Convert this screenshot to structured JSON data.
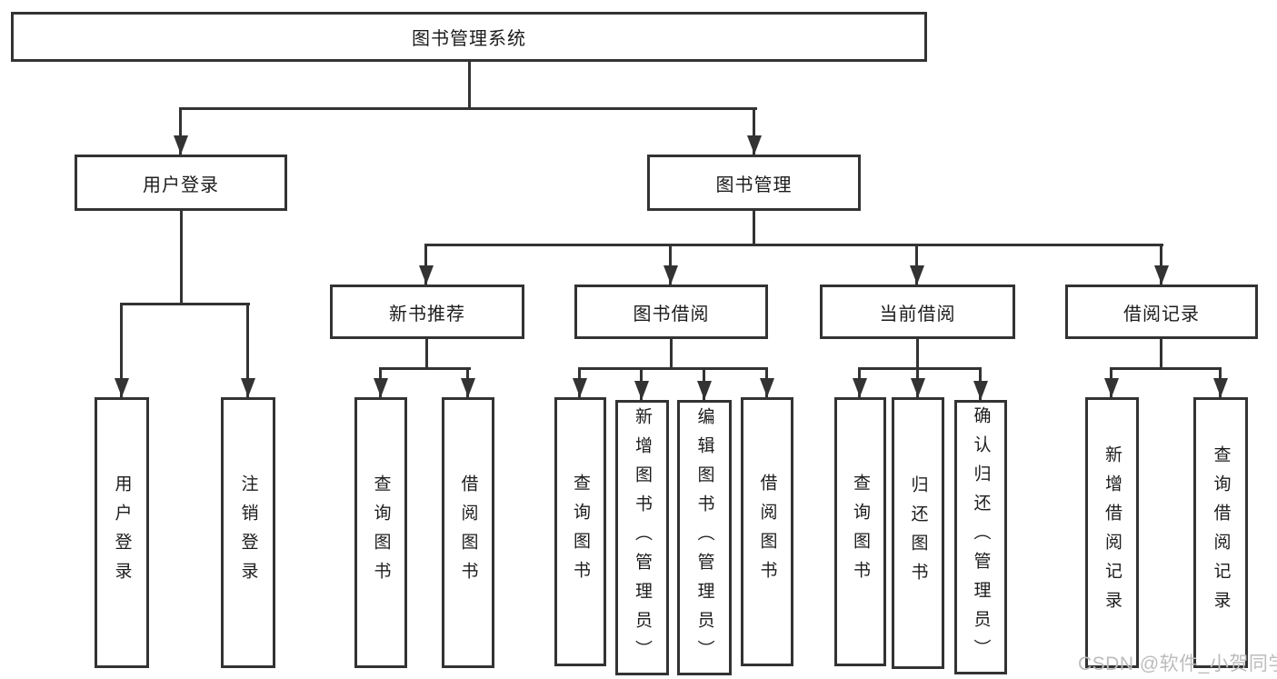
{
  "diagram": {
    "title": "图书管理系统",
    "branches": [
      {
        "label": "用户登录",
        "leaves": [
          "用户登录",
          "注销登录"
        ]
      },
      {
        "label": "图书管理",
        "groups": [
          {
            "label": "新书推荐",
            "leaves": [
              "查询图书",
              "借阅图书"
            ]
          },
          {
            "label": "图书借阅",
            "leaves": [
              "查询图书",
              "新增图书（管理员）",
              "编辑图书（管理员）",
              "借阅图书"
            ]
          },
          {
            "label": "当前借阅",
            "leaves": [
              "查询图书",
              "归还图书",
              "确认归还（管理员）"
            ]
          },
          {
            "label": "借阅记录",
            "leaves": [
              "新增借阅记录",
              "查询借阅记录"
            ]
          }
        ]
      }
    ]
  },
  "watermark": "CSDN @软件_小贺同学",
  "colors": {
    "line": "#333333",
    "text": "#1c1c1c",
    "background": "#ffffff",
    "watermark": "#bcbcbc"
  }
}
